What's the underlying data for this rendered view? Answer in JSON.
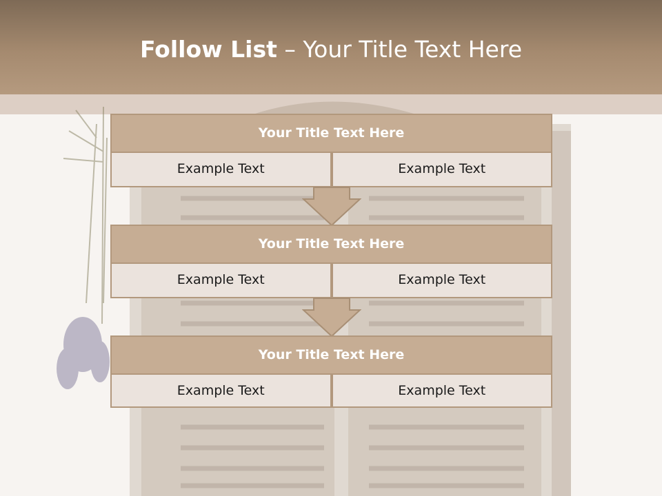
{
  "slide": {
    "title_bold": "Follow List",
    "title_separator": " – ",
    "title_rest": "Your Title Text Here"
  },
  "blocks": [
    {
      "title": "Your Title Text Here",
      "left": "Example Text",
      "right": "Example Text"
    },
    {
      "title": "Your Title Text Here",
      "left": "Example Text",
      "right": "Example Text"
    },
    {
      "title": "Your Title Text Here",
      "left": "Example Text",
      "right": "Example Text"
    }
  ],
  "colors": {
    "header_dark": "#7e6a56",
    "header_light": "#b59a7f",
    "block_title": "#c6ad94",
    "block_cell": "#ebe3dd",
    "border": "#b2987d"
  }
}
